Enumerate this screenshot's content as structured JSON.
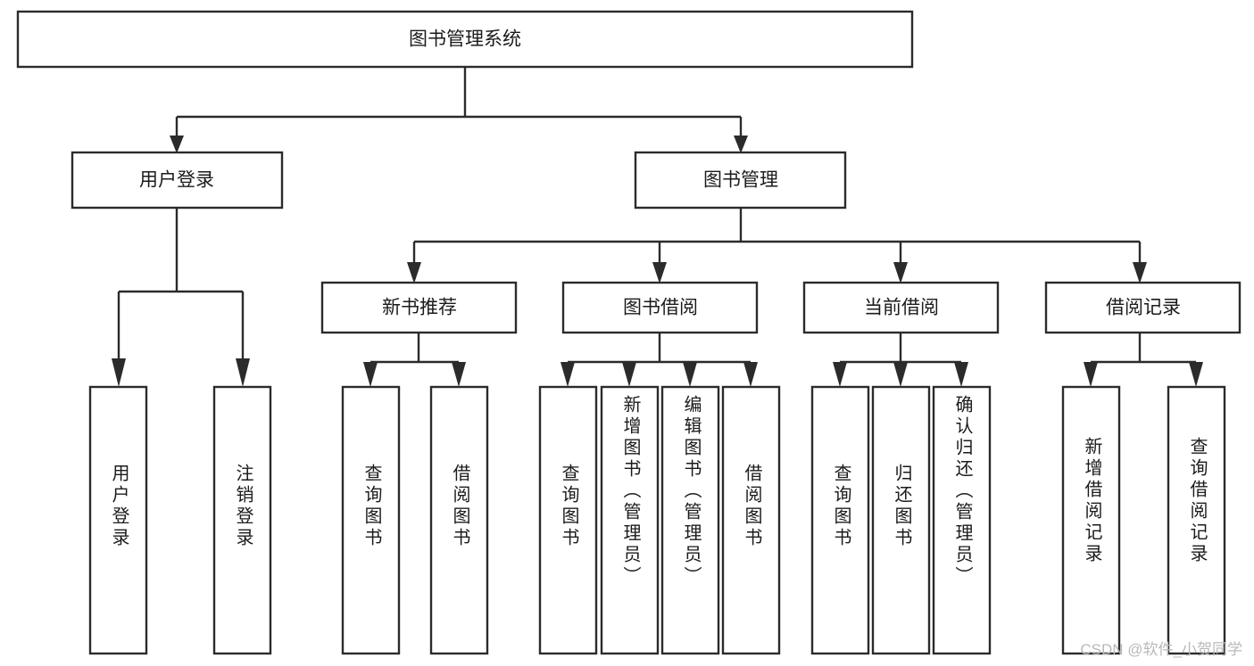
{
  "diagram": {
    "type": "tree-hierarchy-chart",
    "title": "图书管理系统",
    "orientation": "top-down",
    "colors": {
      "box_stroke": "#2b2b2b",
      "box_fill": "#ffffff",
      "connector": "#2b2b2b",
      "text": "#1b1b1b",
      "background": "#ffffff",
      "watermark": "#b9b9b9"
    },
    "root": {
      "label": "图书管理系统"
    },
    "level2": [
      {
        "label": "用户登录"
      },
      {
        "label": "图书管理"
      }
    ],
    "level3": [
      {
        "label": "新书推荐"
      },
      {
        "label": "图书借阅"
      },
      {
        "label": "当前借阅"
      },
      {
        "label": "借阅记录"
      }
    ],
    "leaves": {
      "user_login": [
        {
          "label": "用户登录"
        },
        {
          "label": "注销登录"
        }
      ],
      "new_book_recommend": [
        {
          "label": "查询图书"
        },
        {
          "label": "借阅图书"
        }
      ],
      "book_borrow": [
        {
          "label": "查询图书"
        },
        {
          "label": "新增图书（管理员）"
        },
        {
          "label": "编辑图书（管理员）"
        },
        {
          "label": "借阅图书"
        }
      ],
      "current_borrow": [
        {
          "label": "查询图书"
        },
        {
          "label": "归还图书"
        },
        {
          "label": "确认归还（管理员）"
        }
      ],
      "borrow_record": [
        {
          "label": "新增借阅记录"
        },
        {
          "label": "查询借阅记录"
        }
      ]
    }
  },
  "watermark": {
    "text": "CSDN @软件_小贺同学"
  }
}
